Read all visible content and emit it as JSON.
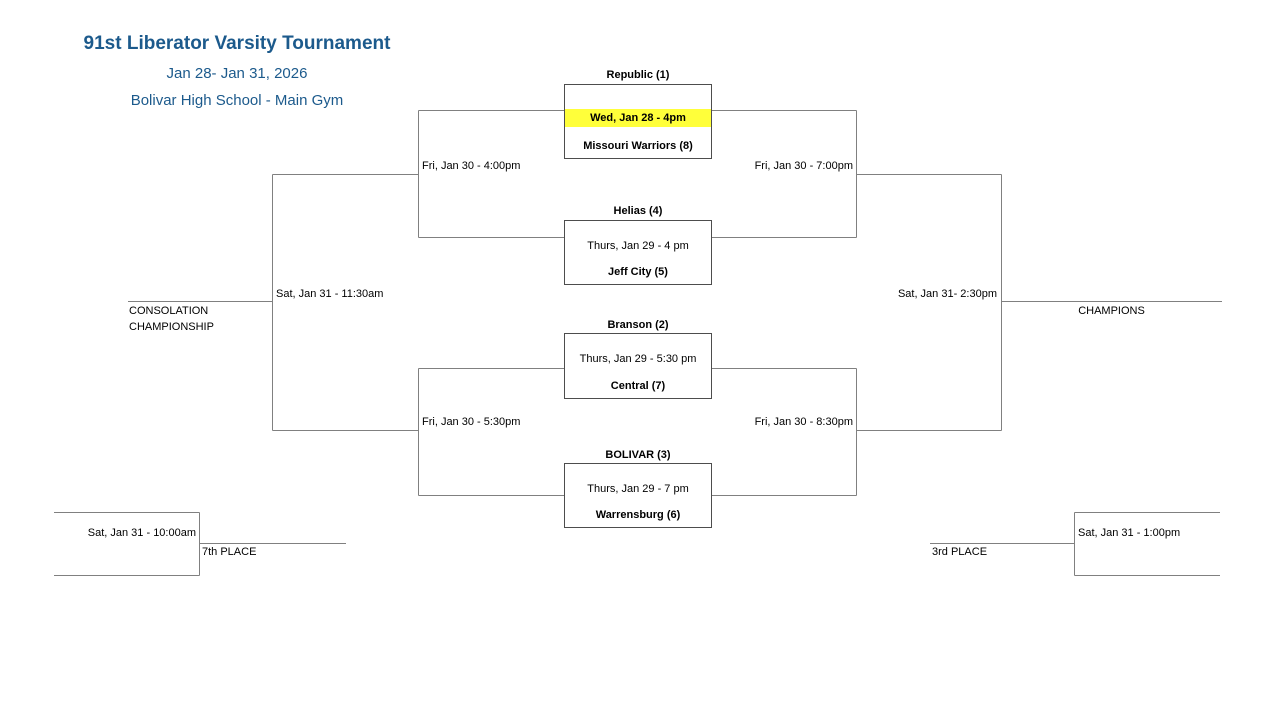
{
  "header": {
    "title": "91st Liberator Varsity Tournament",
    "date_range": "Jan 28- Jan 31, 2026",
    "venue": "Bolivar High School - Main Gym"
  },
  "bracket": {
    "quarterfinals": [
      {
        "top_team": "Republic (1)",
        "time": "Wed, Jan 28 - 4pm",
        "bottom_team": "Missouri Warriors (8)",
        "time_highlighted": true
      },
      {
        "top_team": "Helias (4)",
        "time": "Thurs, Jan 29 - 4 pm",
        "bottom_team": "Jeff City (5)",
        "time_highlighted": false
      },
      {
        "top_team": "Branson (2)",
        "time": "Thurs, Jan 29 - 5:30 pm",
        "bottom_team": "Central (7)",
        "time_highlighted": false
      },
      {
        "top_team": "BOLIVAR (3)",
        "time": "Thurs, Jan 29 - 7 pm",
        "bottom_team": "Warrensburg (6)",
        "time_highlighted": false
      }
    ],
    "consolation_side": {
      "semifinal_top_time": "Fri, Jan 30 - 4:00pm",
      "semifinal_bottom_time": "Fri, Jan 30 - 5:30pm",
      "final_time": "Sat, Jan 31 - 11:30am",
      "final_label_line1": "CONSOLATION",
      "final_label_line2": "CHAMPIONSHIP"
    },
    "championship_side": {
      "semifinal_top_time": "Fri, Jan 30 - 7:00pm",
      "semifinal_bottom_time": "Fri, Jan 30 - 8:30pm",
      "final_time": "Sat, Jan 31- 2:30pm",
      "final_label": "CHAMPIONS"
    },
    "seventh_place": {
      "time": "Sat, Jan 31 - 10:00am",
      "label": "7th PLACE"
    },
    "third_place": {
      "time": "Sat, Jan 31 - 1:00pm",
      "label": "3rd PLACE"
    }
  },
  "colors": {
    "title_blue": "#1c5a8c",
    "highlight_yellow": "#ffff3a",
    "connector_line": "#808080",
    "box_border": "#4d4d4d"
  }
}
